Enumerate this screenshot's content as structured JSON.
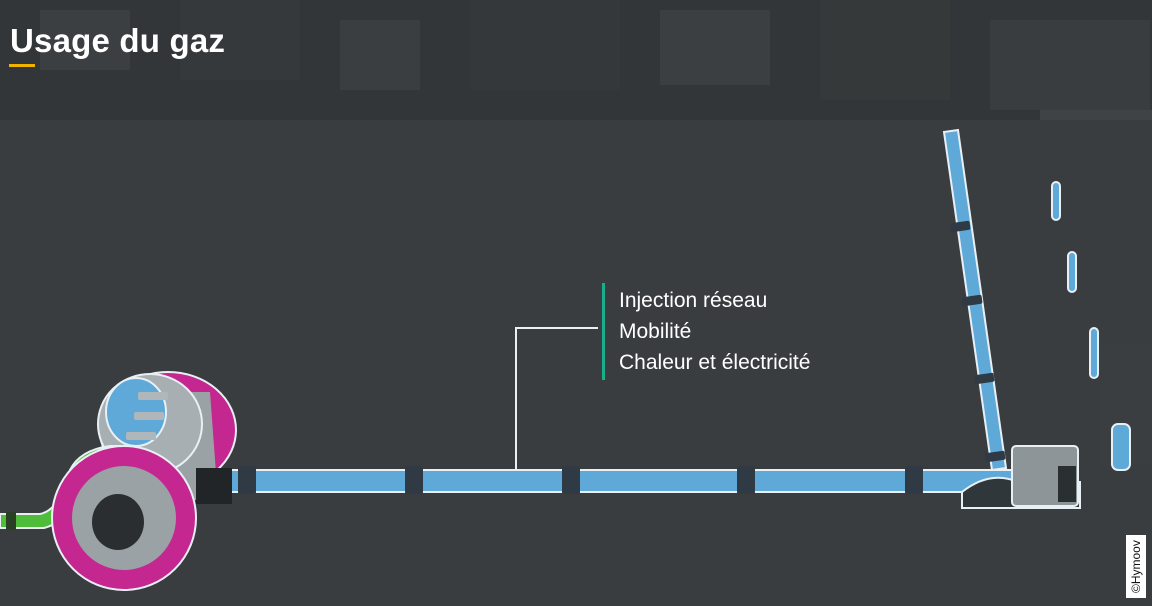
{
  "header": {
    "title": "Usage du gaz"
  },
  "usages": {
    "items": [
      "Injection réseau",
      "Mobilité",
      "Chaleur et électricité"
    ]
  },
  "credit": {
    "text": "©Hymoov"
  },
  "colors": {
    "background": "#3a3d3f",
    "pipe": "#5fa9d9",
    "outline": "#e8f0f5",
    "accent_title": "#f0b400",
    "accent_list": "#18b08c",
    "tank_pink": "#c4278f",
    "tank_green": "#4fbd3a"
  }
}
